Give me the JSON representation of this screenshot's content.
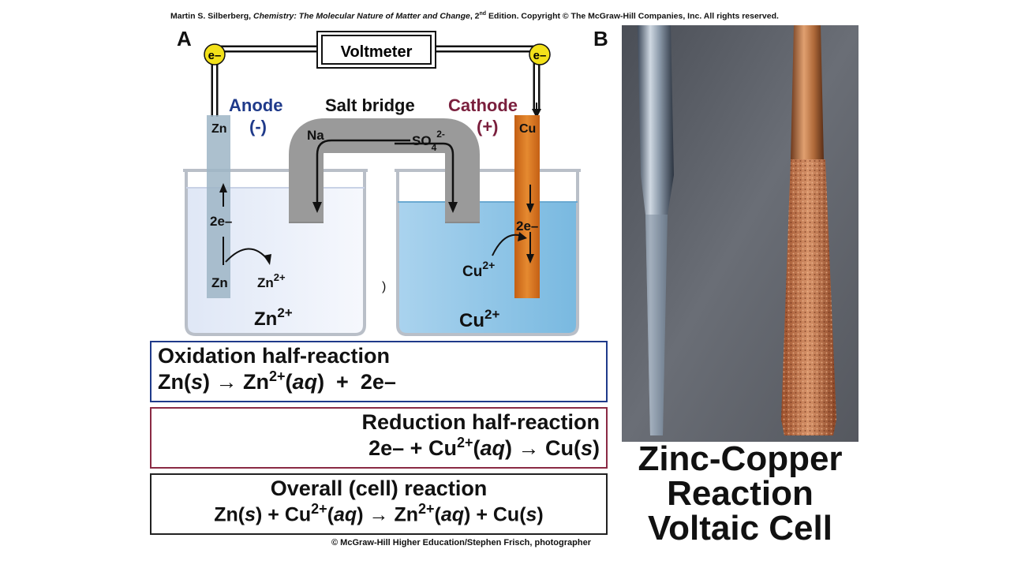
{
  "credits": {
    "top_author": "Martin S. Silberberg, ",
    "top_book": "Chemistry: The Molecular Nature of Matter and Change",
    "top_edition_pre": ", 2",
    "top_edition_sup": "nd",
    "top_rest": " Edition.  Copyright © The McGraw-Hill Companies, Inc. All rights reserved.",
    "bottom": "© McGraw-Hill Higher Education/Stephen Frisch, photographer"
  },
  "panels": {
    "a": "A",
    "b": "B"
  },
  "diagram": {
    "voltmeter": "Voltmeter",
    "electron_badge": "e–",
    "anode": "Anode",
    "anode_sign": "(-)",
    "cathode": "Cathode",
    "cathode_sign": "(+)",
    "salt_bridge": "Salt bridge",
    "bridge_na": "Na",
    "bridge_so4_base": "SO",
    "bridge_so4_sub": "4",
    "bridge_so4_sup": "2-",
    "zn_electrode": "Zn",
    "cu_electrode": "Cu",
    "left_2e": "2e–",
    "left_zn_atom": "Zn",
    "left_zn_ion": "Zn",
    "left_zn_ion_sup": "2+",
    "left_solution": "Zn",
    "left_solution_sup": "2+",
    "right_2e": "2e–",
    "right_cu_ion": "Cu",
    "right_cu_ion_sup": "2+",
    "right_solution": "Cu",
    "right_solution_sup": "2+",
    "stray_mark": ")"
  },
  "reactions": {
    "oxidation": {
      "title": "Oxidation half-reaction",
      "eq": [
        "Zn(",
        "s",
        ") ",
        "→",
        " Zn",
        "2+",
        "(",
        "aq",
        ")  +  2e–"
      ]
    },
    "reduction": {
      "title": "Reduction half-reaction",
      "eq": [
        "2e– + Cu",
        "2+",
        "(",
        "aq",
        ") ",
        "→",
        " Cu(",
        "s",
        ")"
      ]
    },
    "overall": {
      "title": "Overall (cell) reaction",
      "eq": [
        "Zn(",
        "s",
        ") + Cu",
        "2+",
        "(",
        "aq",
        ") ",
        "→",
        " Zn",
        "2+",
        "(",
        "aq",
        ") + Cu(",
        "s",
        ")"
      ]
    }
  },
  "colors": {
    "anode_blue": "#1f3a8a",
    "cathode_maroon": "#7a1f3d",
    "oxidation_border": "#1f3a8a",
    "reduction_border": "#8a2a44",
    "zinc": "#9eb5c6",
    "copper": "#d9741f",
    "cu_solution": "#8fc6e6",
    "salt_bridge": "#9a9a9a",
    "electron_yellow": "#f3e11a"
  },
  "photo_title": [
    "Zinc-Copper",
    "Reaction",
    "Voltaic Cell"
  ]
}
